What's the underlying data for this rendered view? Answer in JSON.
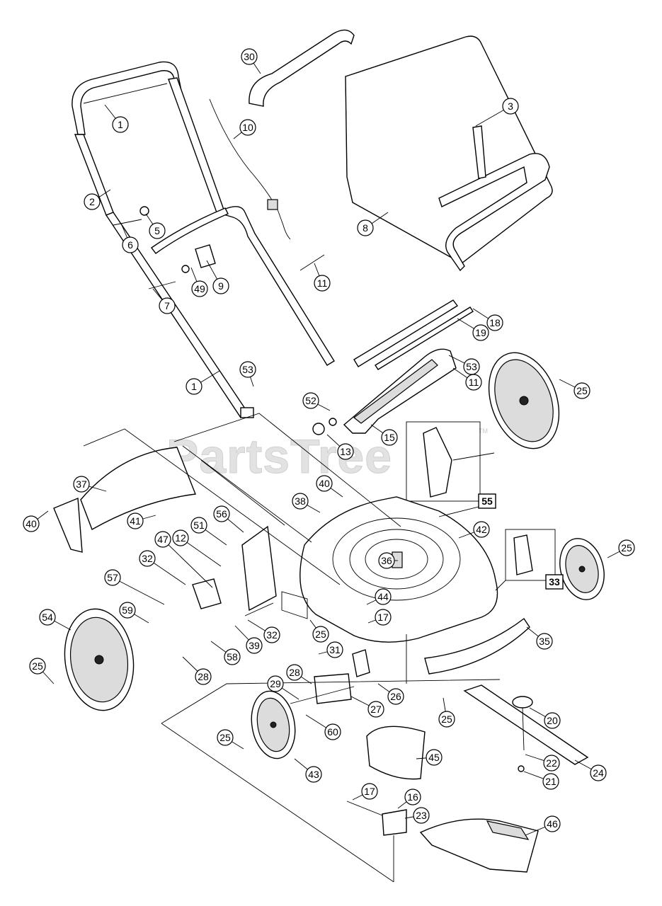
{
  "watermark": {
    "brand": "PartsTree",
    "trademark": "TM"
  },
  "callouts": [
    {
      "id": "c1a",
      "label": "1"
    },
    {
      "id": "c1b",
      "label": "1"
    },
    {
      "id": "c2",
      "label": "2"
    },
    {
      "id": "c3",
      "label": "3"
    },
    {
      "id": "c5",
      "label": "5"
    },
    {
      "id": "c6",
      "label": "6"
    },
    {
      "id": "c7",
      "label": "7"
    },
    {
      "id": "c8",
      "label": "8"
    },
    {
      "id": "c9",
      "label": "9"
    },
    {
      "id": "c10",
      "label": "10"
    },
    {
      "id": "c11a",
      "label": "11"
    },
    {
      "id": "c11b",
      "label": "11"
    },
    {
      "id": "c12",
      "label": "12"
    },
    {
      "id": "c13",
      "label": "13"
    },
    {
      "id": "c15",
      "label": "15"
    },
    {
      "id": "c16",
      "label": "16"
    },
    {
      "id": "c17a",
      "label": "17"
    },
    {
      "id": "c17b",
      "label": "17"
    },
    {
      "id": "c18",
      "label": "18"
    },
    {
      "id": "c19",
      "label": "19"
    },
    {
      "id": "c20",
      "label": "20"
    },
    {
      "id": "c21",
      "label": "21"
    },
    {
      "id": "c22",
      "label": "22"
    },
    {
      "id": "c23",
      "label": "23"
    },
    {
      "id": "c24",
      "label": "24"
    },
    {
      "id": "c25a",
      "label": "25"
    },
    {
      "id": "c25b",
      "label": "25"
    },
    {
      "id": "c25c",
      "label": "25"
    },
    {
      "id": "c25d",
      "label": "25"
    },
    {
      "id": "c25e",
      "label": "25"
    },
    {
      "id": "c25f",
      "label": "25"
    },
    {
      "id": "c26",
      "label": "26"
    },
    {
      "id": "c27",
      "label": "27"
    },
    {
      "id": "c28a",
      "label": "28"
    },
    {
      "id": "c28b",
      "label": "28"
    },
    {
      "id": "c29",
      "label": "29"
    },
    {
      "id": "c30",
      "label": "30"
    },
    {
      "id": "c31",
      "label": "31"
    },
    {
      "id": "c32a",
      "label": "32"
    },
    {
      "id": "c32b",
      "label": "32"
    },
    {
      "id": "c35",
      "label": "35"
    },
    {
      "id": "c36",
      "label": "36"
    },
    {
      "id": "c37",
      "label": "37"
    },
    {
      "id": "c38",
      "label": "38"
    },
    {
      "id": "c39",
      "label": "39"
    },
    {
      "id": "c40a",
      "label": "40"
    },
    {
      "id": "c40b",
      "label": "40"
    },
    {
      "id": "c41",
      "label": "41"
    },
    {
      "id": "c42",
      "label": "42"
    },
    {
      "id": "c43",
      "label": "43"
    },
    {
      "id": "c44",
      "label": "44"
    },
    {
      "id": "c45",
      "label": "45"
    },
    {
      "id": "c46",
      "label": "46"
    },
    {
      "id": "c47",
      "label": "47"
    },
    {
      "id": "c49",
      "label": "49"
    },
    {
      "id": "c51",
      "label": "51"
    },
    {
      "id": "c52",
      "label": "52"
    },
    {
      "id": "c53a",
      "label": "53"
    },
    {
      "id": "c53b",
      "label": "53"
    },
    {
      "id": "c54",
      "label": "54"
    },
    {
      "id": "c56",
      "label": "56"
    },
    {
      "id": "c57",
      "label": "57"
    },
    {
      "id": "c58",
      "label": "58"
    },
    {
      "id": "c59",
      "label": "59"
    },
    {
      "id": "c60",
      "label": "60"
    }
  ],
  "boxed_callouts": [
    {
      "id": "b55",
      "label": "55"
    },
    {
      "id": "b33",
      "label": "33"
    }
  ]
}
